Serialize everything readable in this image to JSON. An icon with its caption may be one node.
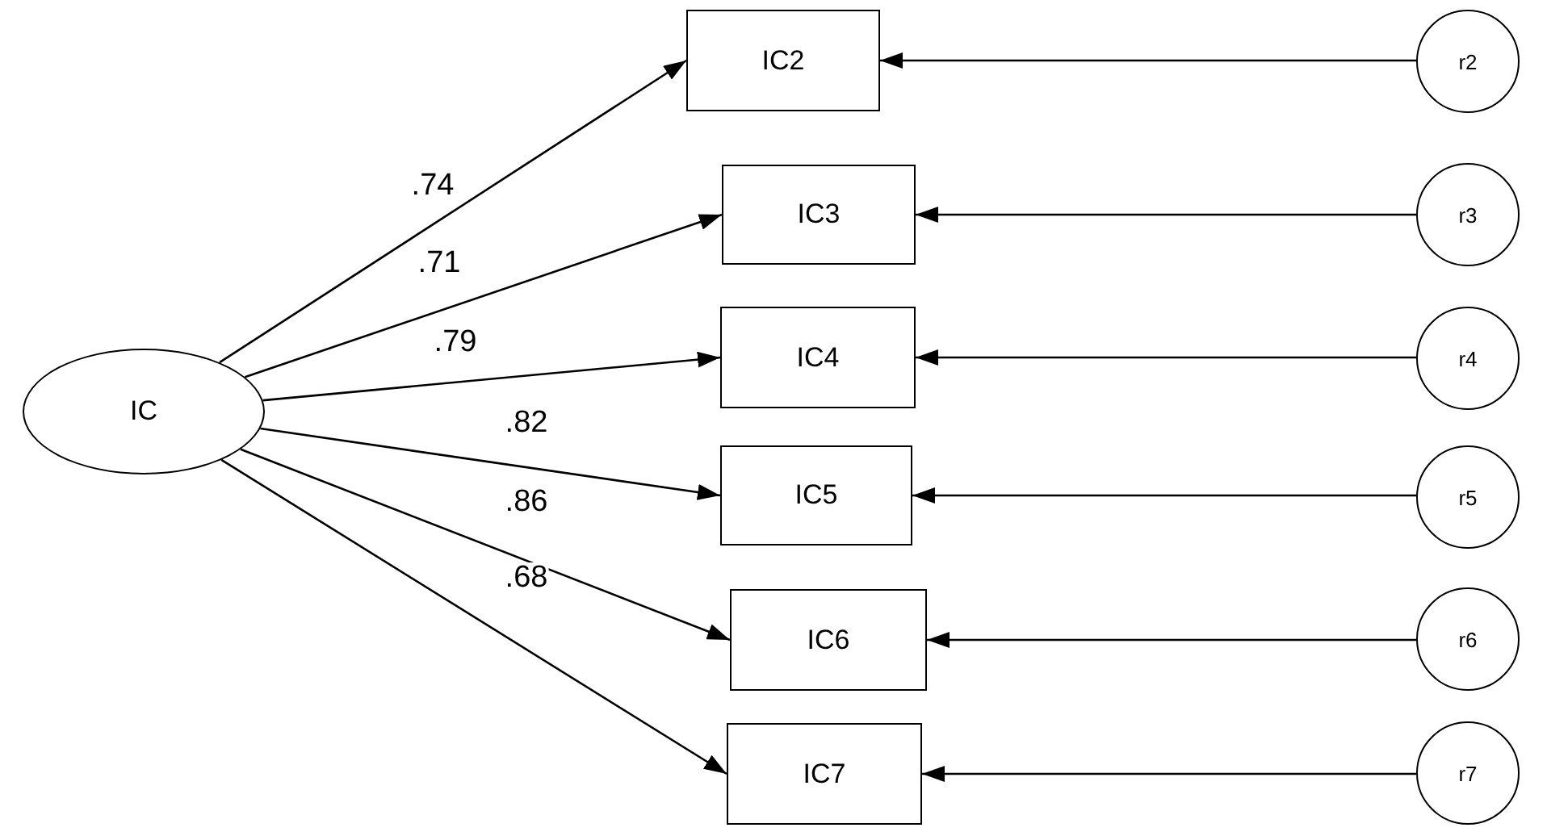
{
  "diagram": {
    "nodes": [
      {
        "text": [
          "IC"
        ]
      },
      {
        "text": [
          "IC2"
        ]
      },
      {
        "text": [
          "IC3"
        ]
      },
      {
        "text": [
          "IC4"
        ]
      },
      {
        "text": [
          "IC5"
        ]
      },
      {
        "text": [
          "IC6"
        ]
      },
      {
        "text": [
          "IC7"
        ]
      },
      {
        "text": [
          "r2"
        ]
      },
      {
        "text": [
          "r3"
        ]
      },
      {
        "text": [
          "r4"
        ]
      },
      {
        "text": [
          "r5"
        ]
      },
      {
        "text": [
          "r6"
        ]
      },
      {
        "text": [
          "r7"
        ]
      }
    ],
    "edges": [
      {
        "from": 0,
        "to": 1,
        "arrow": "to",
        "label": ".74"
      },
      {
        "from": 0,
        "to": 2,
        "arrow": "to",
        "label": ".71"
      },
      {
        "from": 0,
        "to": 3,
        "arrow": "to",
        "label": ".79"
      },
      {
        "from": 0,
        "to": 4,
        "arrow": "to",
        "label": ".82"
      },
      {
        "from": 0,
        "to": 5,
        "arrow": "to",
        "label": ".86"
      },
      {
        "from": 0,
        "to": 6,
        "arrow": "to",
        "label": ".68"
      },
      {
        "from": 7,
        "to": 1,
        "arrow": "to"
      },
      {
        "from": 8,
        "to": 2,
        "arrow": "to"
      },
      {
        "from": 9,
        "to": 3,
        "arrow": "to"
      },
      {
        "from": 10,
        "to": 4,
        "arrow": "to"
      },
      {
        "from": 11,
        "to": 5,
        "arrow": "to"
      },
      {
        "from": 12,
        "to": 6,
        "arrow": "to"
      }
    ]
  }
}
